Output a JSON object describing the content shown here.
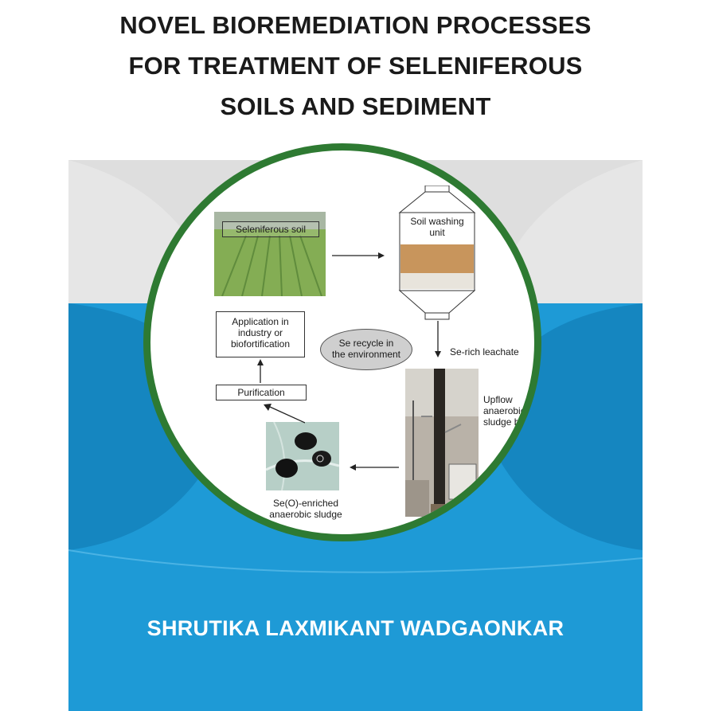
{
  "cover": {
    "title_lines": [
      "NOVEL BIOREMEDIATION PROCESSES",
      "FOR TREATMENT OF SELENIFEROUS",
      "SOILS AND SEDIMENT"
    ],
    "author": "SHRUTIKA LAXMIKANT WADGAONKAR"
  },
  "diagram": {
    "soil_label": "Seleniferous soil",
    "washing_label": [
      "Soil washing",
      "unit"
    ],
    "leachate_label": "Se-rich leachate",
    "uasb_label": [
      "Upflow",
      "anaerobic",
      "sludge bed"
    ],
    "sludge_label": [
      "Se(O)-enriched",
      "anaerobic sludge"
    ],
    "purification_label": "Purification",
    "application_label": [
      "Application in",
      "industry or",
      "biofortification"
    ],
    "recycle_label": [
      "Se recycle in",
      "the environment"
    ]
  },
  "colors": {
    "blue": "#1e9ad6",
    "grey": "#dedede",
    "ring": "#2e7a32"
  }
}
